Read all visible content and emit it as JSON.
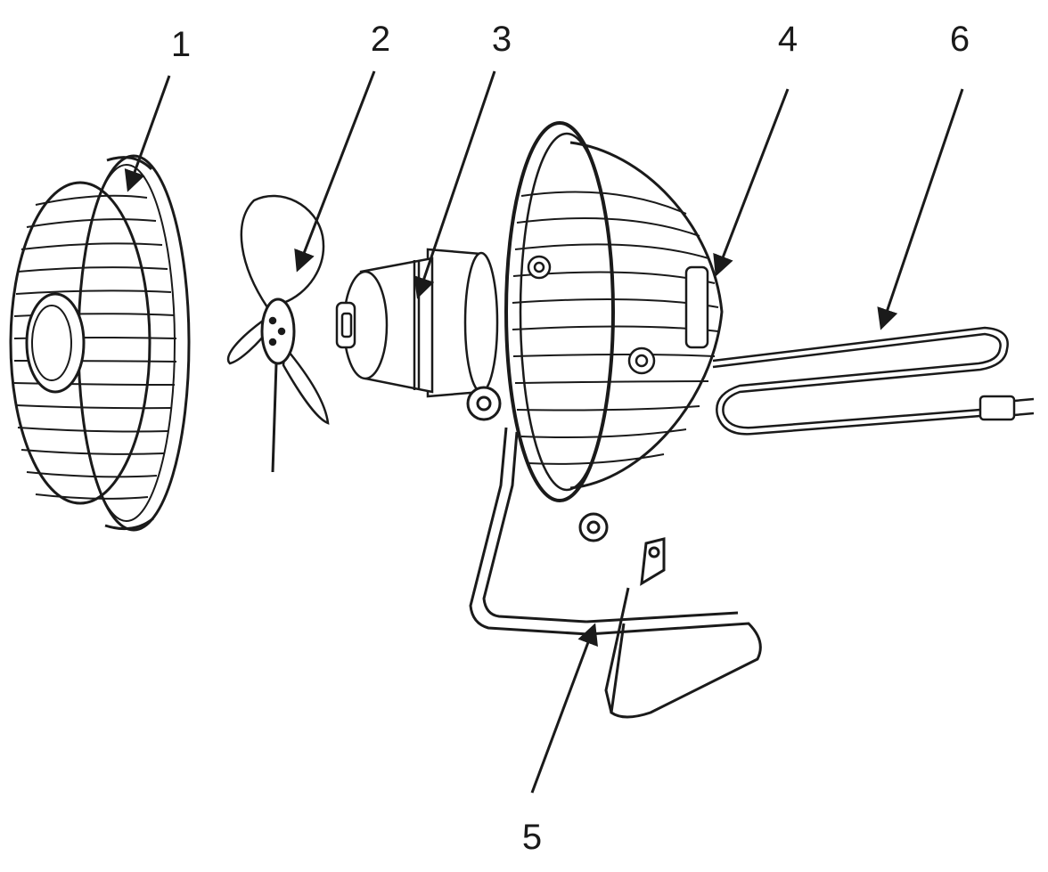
{
  "diagram": {
    "type": "exploded-assembly",
    "parts": [
      {
        "label": "1",
        "icon": "front-grille-icon"
      },
      {
        "label": "2",
        "icon": "fan-blade-icon"
      },
      {
        "label": "3",
        "icon": "motor-icon"
      },
      {
        "label": "4",
        "icon": "rear-grille-icon"
      },
      {
        "label": "5",
        "icon": "stand-icon"
      },
      {
        "label": "6",
        "icon": "power-cord-icon"
      }
    ],
    "colors": {
      "line": "#1a1a1a",
      "background": "#ffffff"
    }
  }
}
